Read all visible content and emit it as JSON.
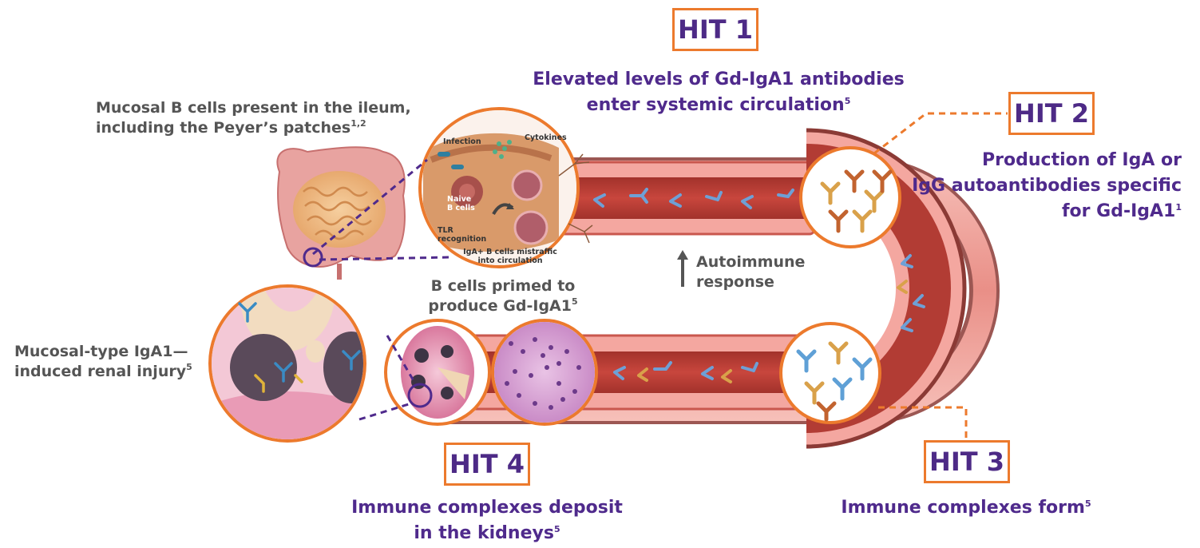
{
  "hits": {
    "hit1": {
      "label": "HIT 1",
      "caption_line1": "Elevated levels of Gd-IgA1 antibodies",
      "caption_line2": "enter systemic circulation",
      "caption_sup": "5"
    },
    "hit2": {
      "label": "HIT 2",
      "caption_line1": "Production of IgA or",
      "caption_line2": "IgG autoantibodies specific",
      "caption_line3": "for Gd-IgA1",
      "caption_sup": "1"
    },
    "hit3": {
      "label": "HIT 3",
      "caption_line1": "Immune complexes form",
      "caption_sup": "5"
    },
    "hit4": {
      "label": "HIT 4",
      "caption_line1": "Immune complexes deposit",
      "caption_line2": "in the kidneys",
      "caption_sup": "5"
    }
  },
  "side_labels": {
    "mucosal_b_cells_line1": "Mucosal B cells present in the ileum,",
    "mucosal_b_cells_line2": "including the Peyer’s patches",
    "mucosal_b_cells_sup": "1,2",
    "b_cells_primed_line1": "B cells primed to",
    "b_cells_primed_line2": "produce Gd-IgA1",
    "b_cells_primed_sup": "5",
    "renal_injury_line1": "Mucosal-type IgA1—",
    "renal_injury_line2": "induced renal injury",
    "renal_injury_sup": "5",
    "autoimmune_line1": "Autoimmune",
    "autoimmune_line2": "response"
  },
  "inset_labels": {
    "infection": "Infection",
    "cytokines": "Cytokines",
    "naive_b_cells_line1": "Naive",
    "naive_b_cells_line2": "B cells",
    "tlr_line1": "TLR",
    "tlr_line2": "recognition",
    "mistraffic_line1": "IgA+ B cells mistraffic",
    "mistraffic_line2": "into circulation"
  },
  "colors": {
    "accent_orange": "#ec7a2d",
    "title_purple": "#4f2a8c",
    "label_grey": "#555555",
    "vessel_pink": "#f4a7a0",
    "vessel_wall": "#c9574e",
    "vessel_outer": "#8b3a35"
  },
  "icons": {
    "arrow_up": "arrow-up-icon"
  }
}
